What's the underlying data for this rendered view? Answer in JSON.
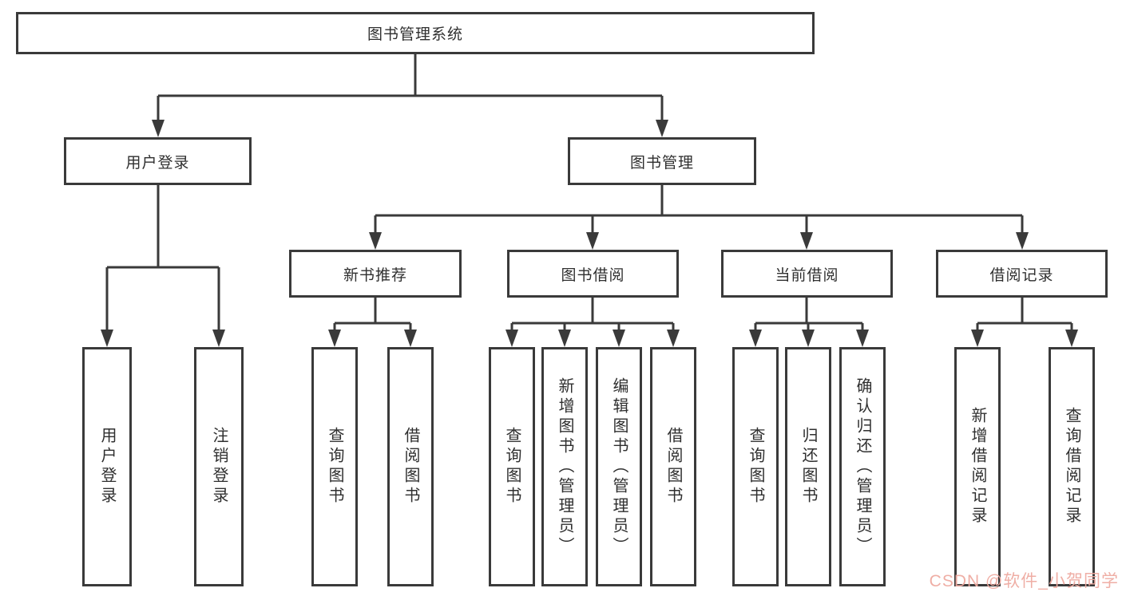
{
  "diagram": {
    "root": {
      "label": "图书管理系统"
    },
    "level2": [
      {
        "label": "用户登录"
      },
      {
        "label": "图书管理"
      }
    ],
    "level3": [
      {
        "label": "新书推荐"
      },
      {
        "label": "图书借阅"
      },
      {
        "label": "当前借阅"
      },
      {
        "label": "借阅记录"
      }
    ],
    "leaves": {
      "login": [
        {
          "label": "用户登录"
        },
        {
          "label": "注销登录"
        }
      ],
      "new_books": [
        {
          "label": "查询图书"
        },
        {
          "label": "借阅图书"
        }
      ],
      "book_borrow": [
        {
          "label": "查询图书"
        },
        {
          "label": "新增图书（管理员）"
        },
        {
          "label": "编辑图书（管理员）"
        },
        {
          "label": "借阅图书"
        }
      ],
      "current_borrow": [
        {
          "label": "查询图书"
        },
        {
          "label": "归还图书"
        },
        {
          "label": "确认归还（管理员）"
        }
      ],
      "borrow_records": [
        {
          "label": "新增借阅记录"
        },
        {
          "label": "查询借阅记录"
        }
      ]
    },
    "colors": {
      "line": "#3a3a3a",
      "box_border": "#3a3a3a",
      "text": "#2f2f2f",
      "background": "#ffffff",
      "watermark": "#eeaaa0"
    }
  },
  "watermark": {
    "text": "CSDN @软件_小贺同学"
  }
}
